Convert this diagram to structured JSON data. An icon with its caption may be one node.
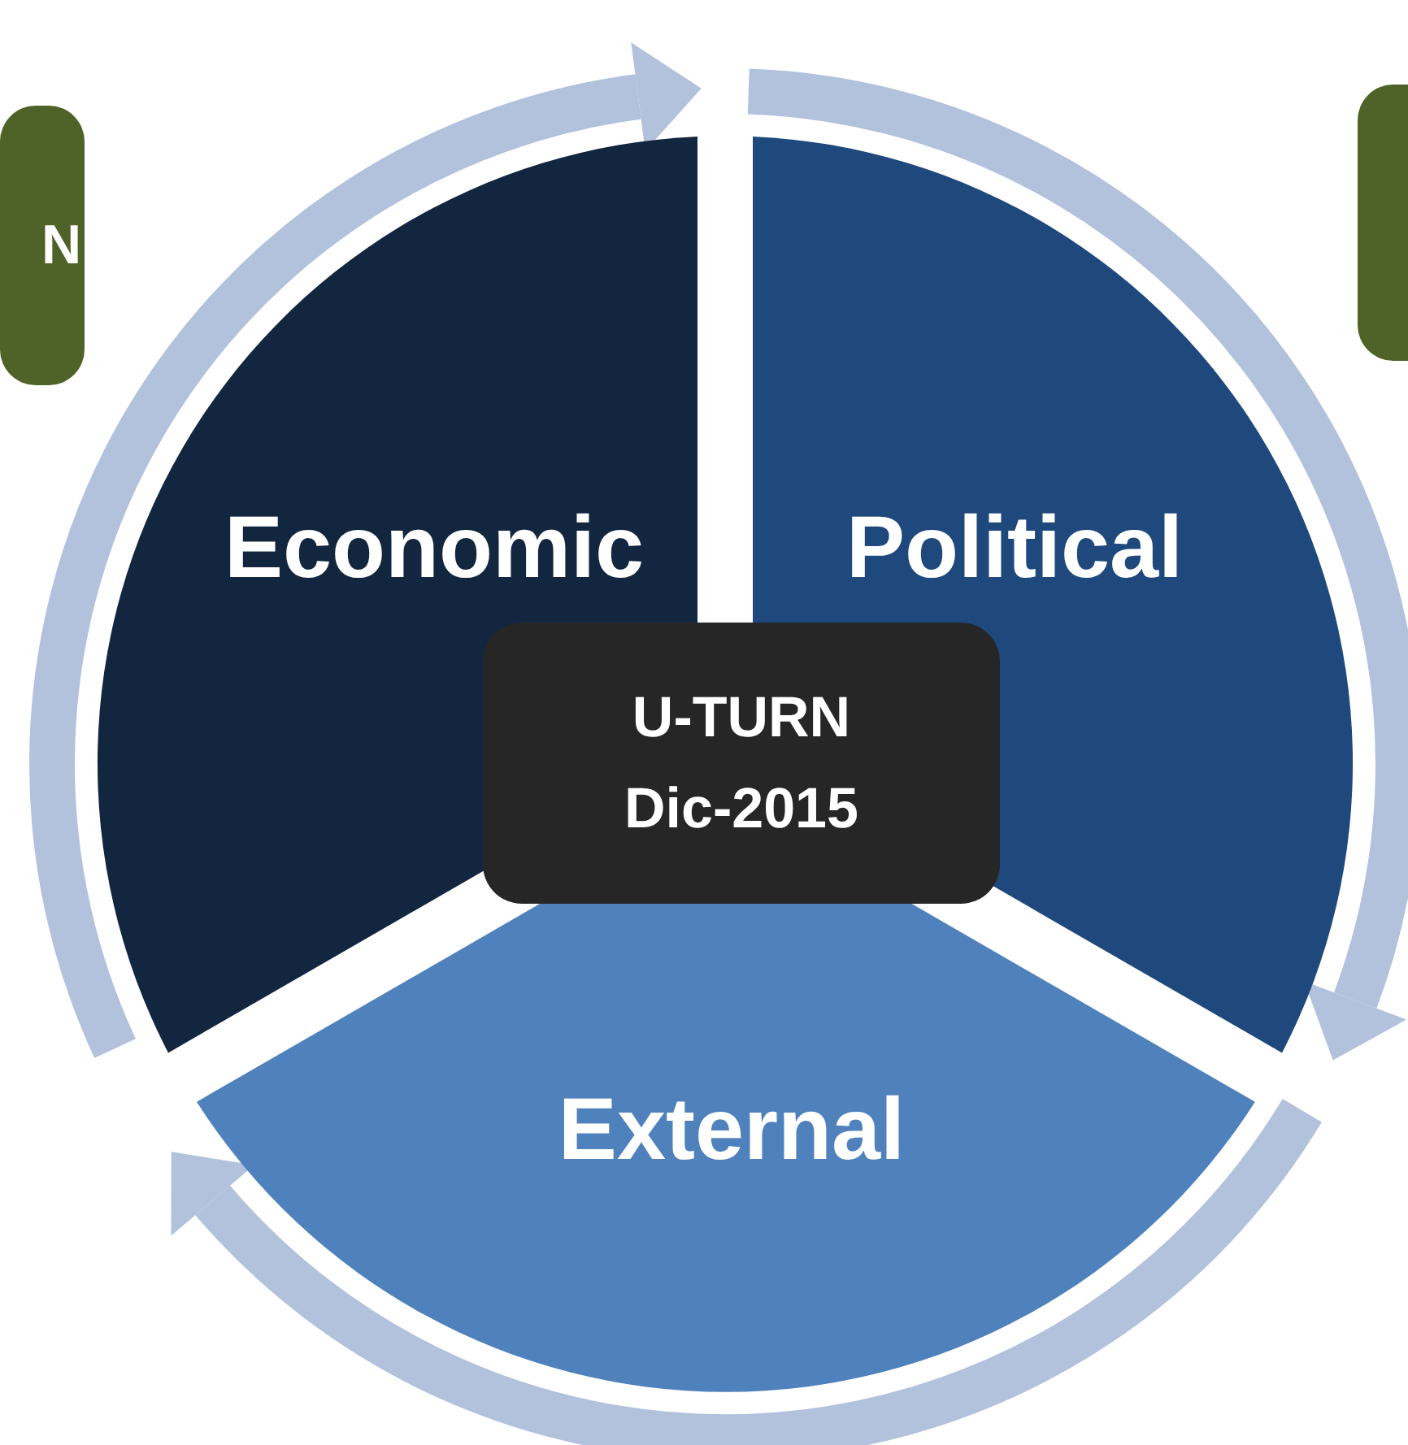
{
  "diagram": {
    "nodes": [
      {
        "text": [
          "N"
        ]
      },
      {
        "text": [],
        "shape": "box"
      },
      {
        "text": [
          "Economic"
        ]
      },
      {
        "text": [
          "Political"
        ]
      },
      {
        "text": [
          "U-TURN Dic-2015"
        ]
      },
      {
        "text": [
          "External"
        ]
      }
    ]
  }
}
